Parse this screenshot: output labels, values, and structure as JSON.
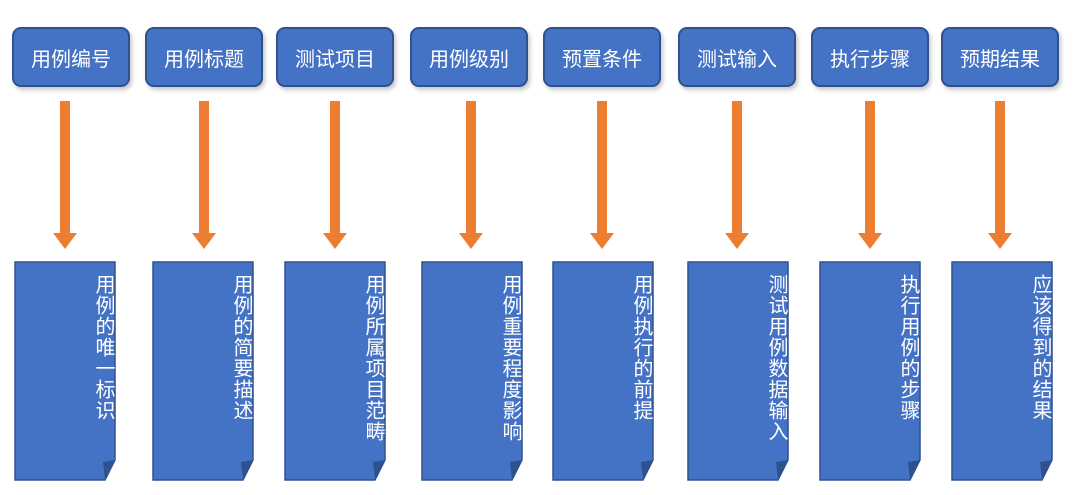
{
  "colors": {
    "box_fill": "#4472c4",
    "box_border": "#2f528f",
    "arrow": "#ed7d31",
    "text": "#ffffff"
  },
  "fields": [
    {
      "header": "用例编号",
      "description": "用例的唯一标识"
    },
    {
      "header": "用例标题",
      "description": "用例的简要描述"
    },
    {
      "header": "测试项目",
      "description": "用例所属项目范畴"
    },
    {
      "header": "用例级别",
      "description": "用例重要程度影响"
    },
    {
      "header": "预置条件",
      "description": "用例执行的前提"
    },
    {
      "header": "测试输入",
      "description": "测试用例数据输入"
    },
    {
      "header": "执行步骤",
      "description": "执行用例的步骤"
    },
    {
      "header": "预期结果",
      "description": "应该得到的结果"
    }
  ]
}
